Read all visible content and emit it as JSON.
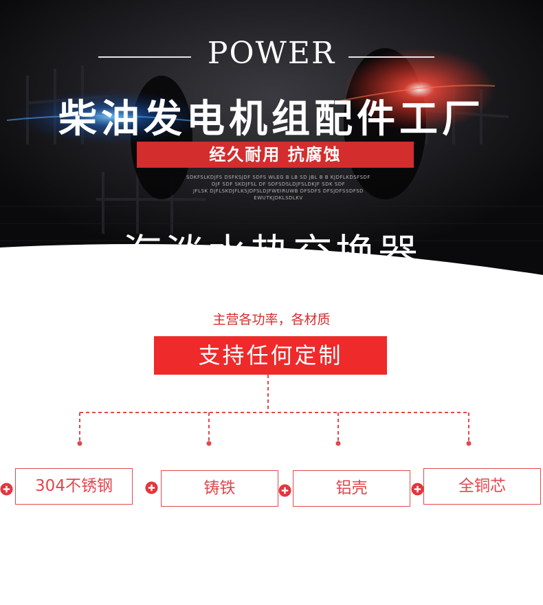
{
  "banner": {
    "power": "POWER",
    "factory_title": "柴油发电机组配件工厂",
    "durable": "经久耐用 抗腐蚀",
    "fine_print": [
      "SDKFSLKDJFS DSFKSJDF SDFS WLEG B LB SD JBL  B B KJDFLKDSFSDF",
      "DJF SDF SKDJFSL DF SDFSDSLDJFSLDKJF SDK SDF",
      "JFLSK  DJFLSKDJFLKSJDFSLDJFWEIRUWB DFSDFS DFSJDFSSDFSD",
      "EWUTKJDKLSDLKV"
    ],
    "product": "海淡水热交换器"
  },
  "main": {
    "subheading": "主营各功率，各材质",
    "custom": "支持任何定制",
    "materials": [
      "304不锈钢",
      "铸铁",
      "铝壳",
      "全铜芯"
    ]
  },
  "colors": {
    "accent": "#ee2a2b",
    "banner_red": "#d42d2d",
    "outline_red": "#e0474c",
    "dark": "#0b0b0d"
  },
  "icons": {
    "material_marker": "plus-circle-icon"
  }
}
